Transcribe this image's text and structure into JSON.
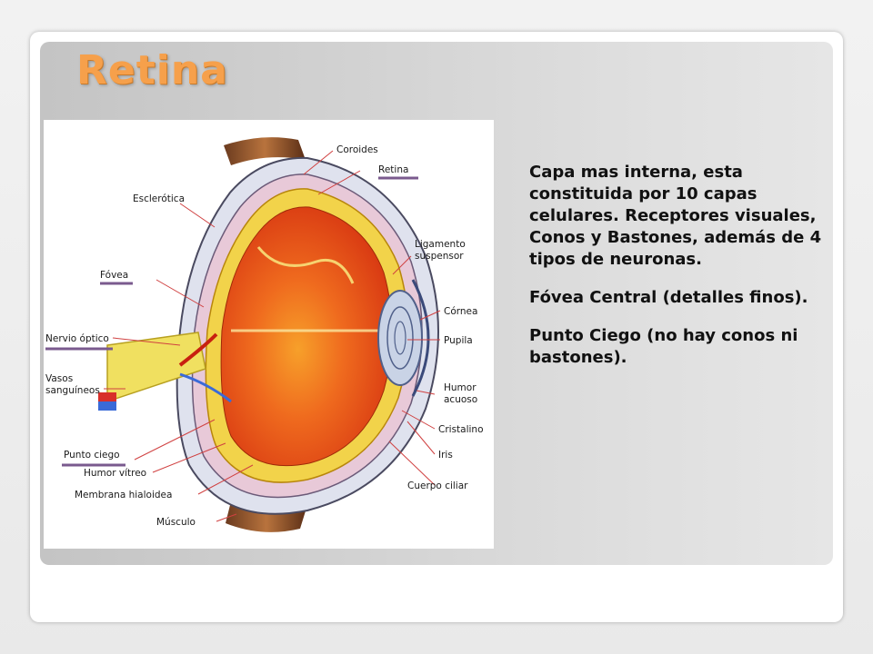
{
  "slide": {
    "title": "Retina",
    "paragraphs": [
      "Capa mas interna, esta constituida por 10 capas celulares. Receptores visuales, Conos y Bastones, además de 4 tipos de neuronas.",
      "Fóvea Central (detalles finos).",
      "Punto Ciego (no hay conos ni bastones)."
    ]
  },
  "figure": {
    "labels": {
      "coroides": "Coroides",
      "retina": "Retina",
      "esclerotica": "Esclerótica",
      "ligamento1": "Ligamento",
      "ligamento2": "suspensor",
      "fovea": "Fóvea",
      "cornea": "Córnea",
      "nervio": "Nervio óptico",
      "pupila": "Pupila",
      "vasos1": "Vasos",
      "vasos2": "sanguíneos",
      "humor_acuoso1": "Humor",
      "humor_acuoso2": "acuoso",
      "cristalino": "Cristalino",
      "iris": "Iris",
      "punto_ciego": "Punto ciego",
      "humor_vitreo": "Humor vítreo",
      "cuerpo_ciliar": "Cuerpo ciliar",
      "membrana": "Membrana hialoidea",
      "musculo": "Músculo"
    },
    "colors": {
      "highlight_underline": "#7a5a8e",
      "sclera": "#dfe2ee",
      "choroid": "#e8c9d8",
      "retina": "#f2d34a",
      "vitreous": "#e8501a",
      "lens": "#c9d3e6",
      "nerve": "#f0e060"
    }
  }
}
